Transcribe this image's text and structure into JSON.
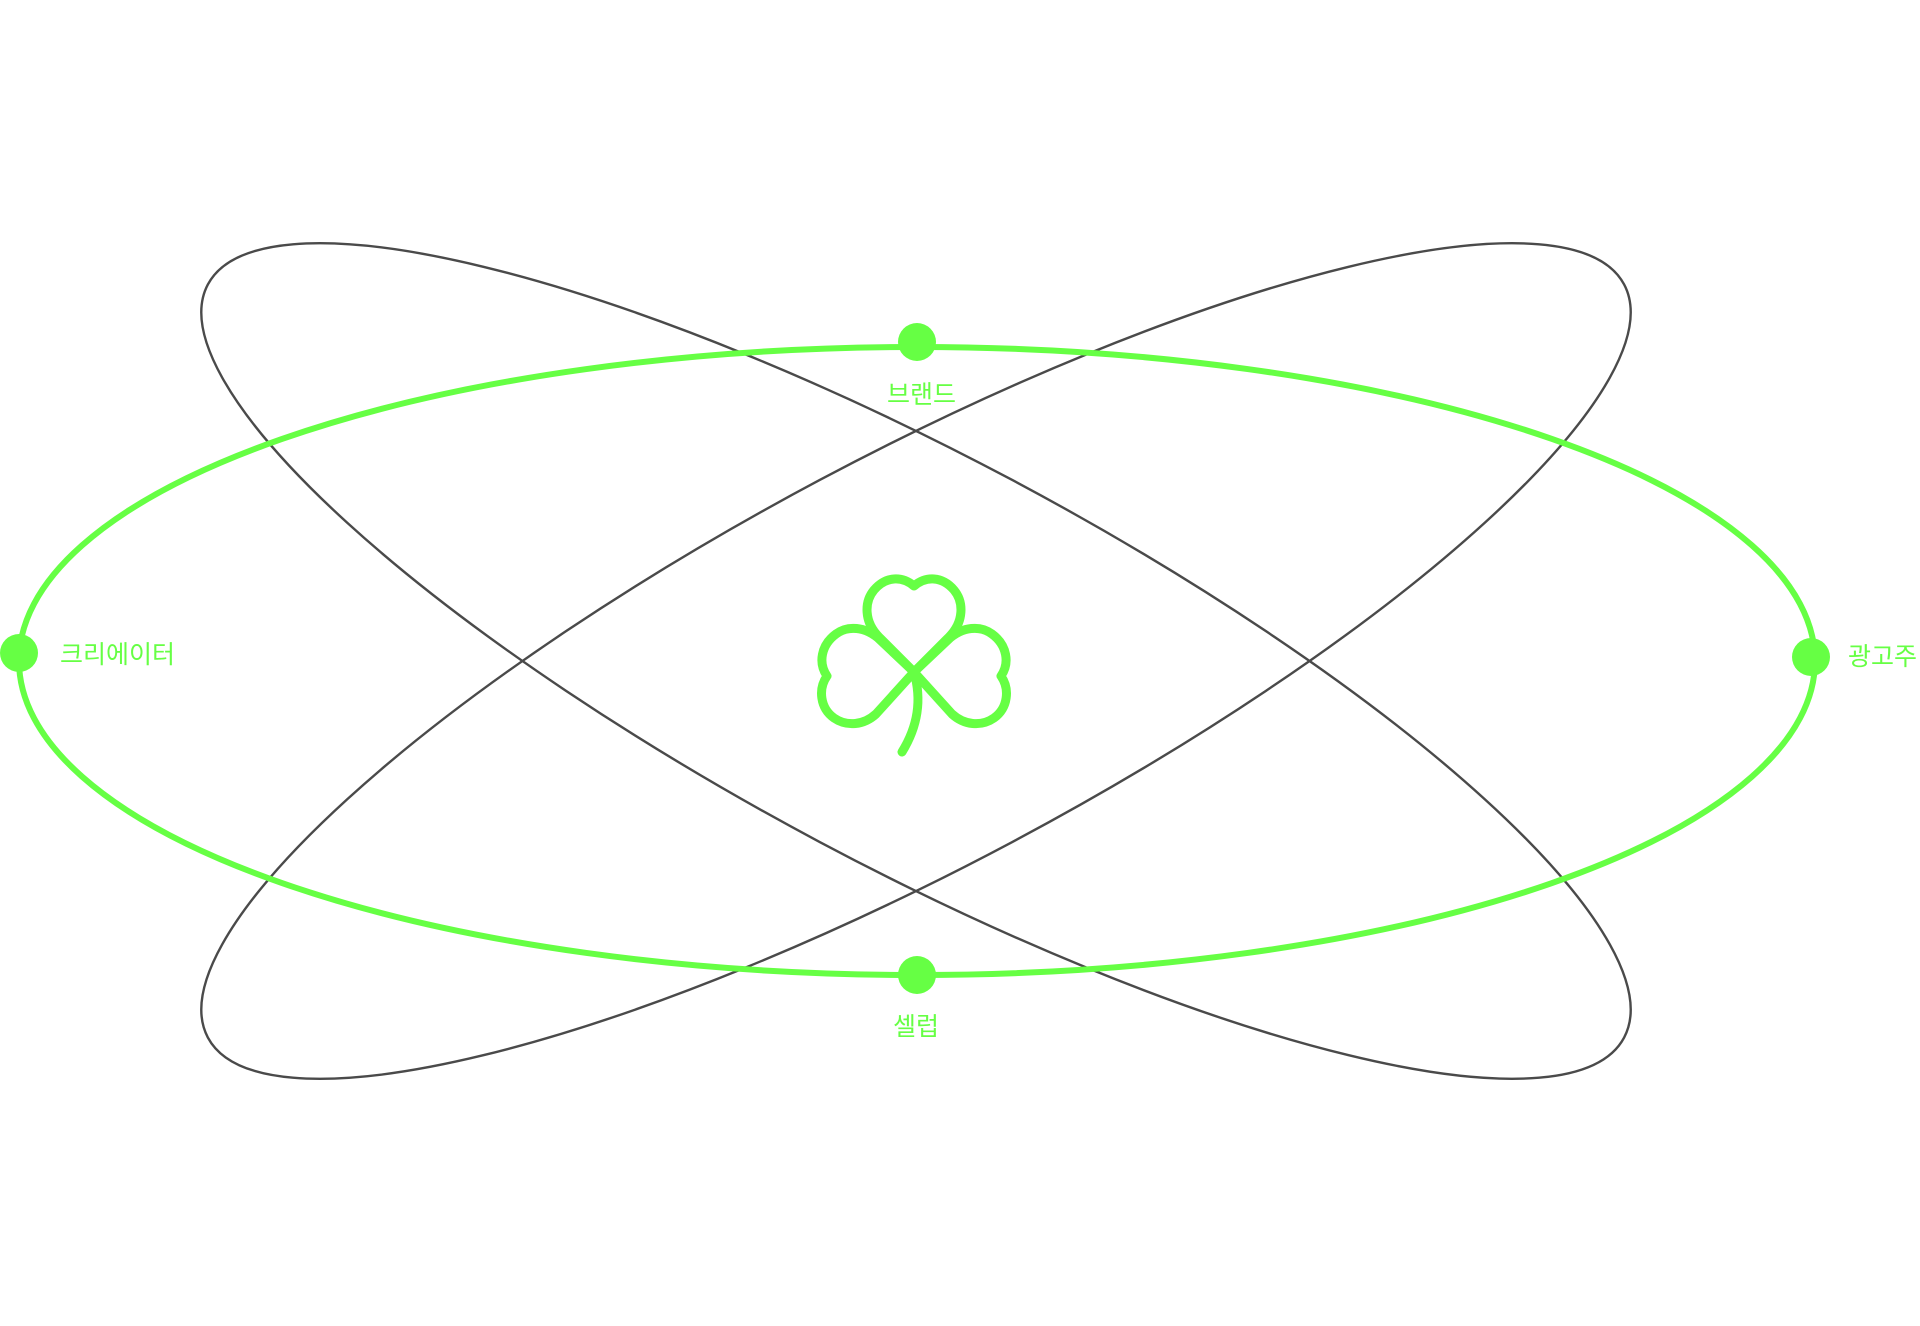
{
  "diagram": {
    "colors": {
      "accent": "#66ff44",
      "orbit_line": "#4a4a4a",
      "background": "#ffffff"
    },
    "center_icon": "clover-icon",
    "nodes": {
      "top": {
        "label": "브랜드"
      },
      "bottom": {
        "label": "셀럽"
      },
      "left": {
        "label": "크리에이터"
      },
      "right": {
        "label": "광고주"
      }
    }
  }
}
